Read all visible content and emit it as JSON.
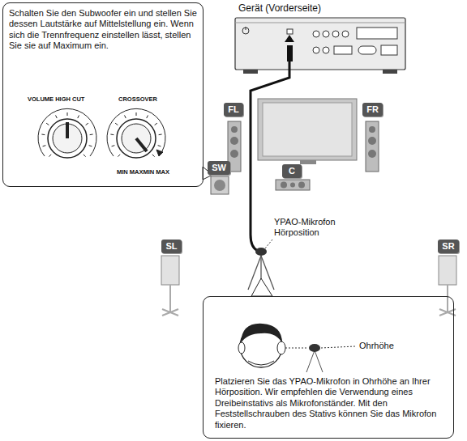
{
  "diagram": {
    "nodes": [
      {
        "text": [
          "Schalten Sie den Subwoofer ein und stellen Sie dessen Lautstärke auf Mittelstellung ein. Wenn sich die Trennfrequenz einstellen lässt, stellen Sie sie auf Maximum ein."
        ]
      },
      {
        "text": [
          "FL"
        ]
      },
      {
        "text": [
          "FR"
        ]
      },
      {
        "text": [
          "C"
        ]
      },
      {
        "text": [
          "SW"
        ]
      },
      {
        "text": [
          "SL"
        ]
      },
      {
        "text": [
          "SR"
        ]
      },
      {
        "text": [
          "Platzieren Sie das YPAO-Mikrofon in Ohrhöhe an Ihrer Hörposition. Wir empfehlen die Verwendung eines Dreibeinstativs als Mikrofonständer. Mit den Feststellschrauben des Stativs können Sie das Mikrofon fixieren."
        ]
      }
    ],
    "labels": [
      "Gerät (Vorderseite)",
      "VOLUME HIGH CUT",
      "CROSSOVER",
      "MIN MAXMIN MAX",
      "YPAO-Mikrofon Hörposition",
      "Ohrhöhe"
    ]
  }
}
